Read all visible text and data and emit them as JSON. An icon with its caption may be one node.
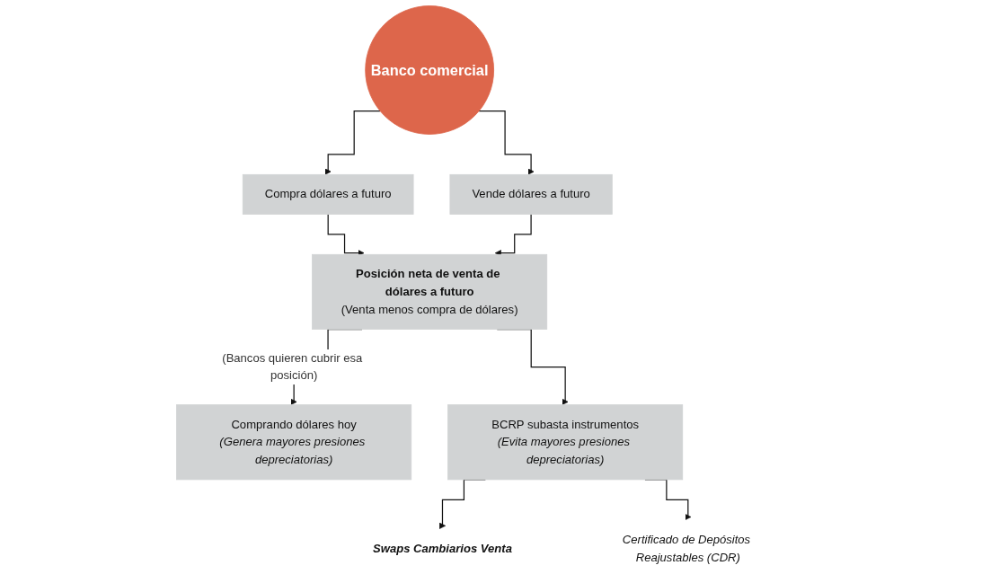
{
  "diagram": {
    "nodes": [
      {
        "text": [
          "Banco comercial"
        ]
      },
      {
        "text": [
          "Compra dólares a futuro"
        ]
      },
      {
        "text": [
          "Vende dólares a futuro"
        ]
      },
      {
        "text": [
          "Posición neta de venta de dólares a futuro",
          "(Venta menos compra de dólares)"
        ]
      },
      {
        "text": [
          "Comprando dólares hoy",
          "(Genera mayores presiones depreciatorias)"
        ]
      },
      {
        "text": [
          "BCRP subasta instrumentos",
          "(Evita mayores presiones depreciatorias)"
        ]
      },
      {
        "text": [
          "Swaps Cambiarios Venta"
        ]
      },
      {
        "text": [
          "Certificado de Depósitos Reajustables (CDR)"
        ]
      }
    ],
    "edges": [
      {
        "from": 0,
        "to": 1,
        "arrow": "to"
      },
      {
        "from": 0,
        "to": 2,
        "arrow": "to"
      },
      {
        "from": 1,
        "to": 3,
        "arrow": "to"
      },
      {
        "from": 2,
        "to": 3,
        "arrow": "to"
      },
      {
        "from": 3,
        "to": 4,
        "arrow": "to",
        "label": "(Bancos quieren cubrir esa posición)"
      },
      {
        "from": 3,
        "to": 5,
        "arrow": "to"
      },
      {
        "from": 5,
        "to": 6,
        "arrow": "to"
      },
      {
        "from": 5,
        "to": 7,
        "arrow": "to"
      }
    ]
  }
}
